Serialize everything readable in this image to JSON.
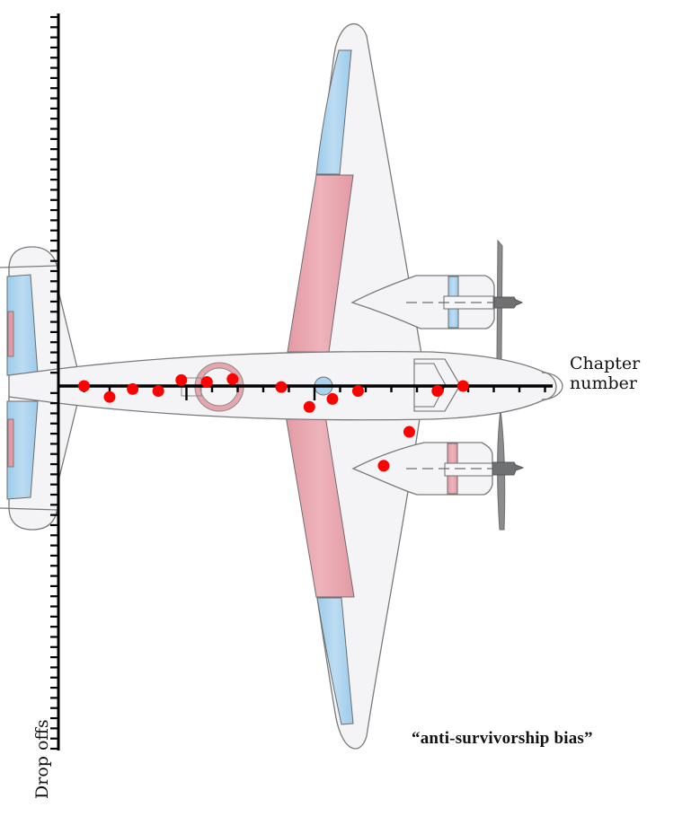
{
  "chart_data": {
    "type": "scatter",
    "title": "",
    "xlabel": "Chapter number",
    "ylabel": "Drop offs",
    "annotation": "“anti-survivorship bias”",
    "x_ticks_count": 19,
    "y_ticks_count": 73,
    "xlim": [
      0,
      19.5
    ],
    "ylim": [
      -38,
      37
    ],
    "grid": false,
    "legend": "none",
    "background_illustration": "twin-engine propeller airplane viewed from above, nose pointing right along the x-axis",
    "colors": {
      "point": "#ff0000",
      "axis": "#000000",
      "airframe": "#f4f4f6",
      "airframe_outline": "#7a7a7a",
      "damage_red": "#e8a1aa",
      "damage_blue": "#a9d3ef",
      "propeller": "#8a8c8e"
    },
    "series": [
      {
        "name": "chapters",
        "points": [
          {
            "x": 1.0,
            "y": 0.0
          },
          {
            "x": 2.0,
            "y": -1.1
          },
          {
            "x": 2.9,
            "y": -0.3
          },
          {
            "x": 3.9,
            "y": -0.5
          },
          {
            "x": 4.8,
            "y": 0.6
          },
          {
            "x": 5.8,
            "y": 0.4
          },
          {
            "x": 6.8,
            "y": 0.7
          },
          {
            "x": 8.7,
            "y": -0.1
          },
          {
            "x": 9.8,
            "y": -2.1
          },
          {
            "x": 10.7,
            "y": -1.3
          },
          {
            "x": 11.7,
            "y": -0.5
          },
          {
            "x": 13.7,
            "y": -4.6
          },
          {
            "x": 14.8,
            "y": -0.5
          },
          {
            "x": 15.8,
            "y": 0.0
          },
          {
            "x": 12.7,
            "y": -8.0
          }
        ]
      }
    ]
  }
}
